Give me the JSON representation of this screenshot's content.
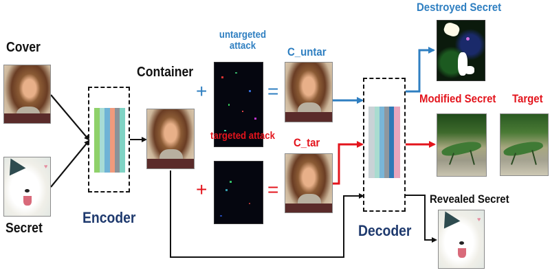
{
  "labels": {
    "cover": "Cover",
    "secret": "Secret",
    "container": "Container",
    "encoder": "Encoder",
    "decoder": "Decoder",
    "untargeted_attack": "untargeted attack",
    "targeted_attack": "targeted attack",
    "c_untar": "C_untar",
    "c_tar": "C_tar",
    "destroyed_secret": "Destroyed Secret",
    "modified_secret": "Modified Secret",
    "target": "Target",
    "revealed_secret": "Revealed Secret"
  },
  "operators": {
    "plus_untargeted": "+",
    "equals_untargeted": "=",
    "plus_targeted": "+",
    "equals_targeted": "="
  },
  "images": {
    "cover": "portrait-photo",
    "secret": "poodle-photo",
    "container": "portrait-photo",
    "untargeted_perturbation": "noise-perturbation",
    "targeted_perturbation": "noise-perturbation",
    "c_untar": "portrait-photo",
    "c_tar": "portrait-photo",
    "destroyed_secret": "corrupted-image",
    "modified_secret": "grasshopper-photo",
    "target": "grasshopper-photo",
    "revealed_secret": "poodle-photo"
  },
  "colors": {
    "untargeted": "#2f7fc1",
    "targeted": "#e3141c",
    "network_label": "#1f3a6e",
    "neutral": "#111111",
    "encoder_layers": [
      "#8fd16a",
      "#a7dcd5",
      "#6fb3d6",
      "#f19a7c",
      "#8a9299",
      "#7fd3c4"
    ],
    "decoder_layers": [
      "#c9d2d6",
      "#a9dcd0",
      "#79b6d8",
      "#8f979e",
      "#2f79b6",
      "#e8a6bd"
    ]
  }
}
